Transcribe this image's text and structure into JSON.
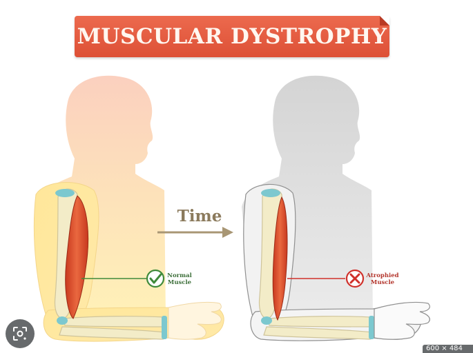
{
  "title": "MUSCULAR DYSTROPHY",
  "arrow_label": "Time",
  "before": {
    "callout": [
      "Normal",
      "Muscle"
    ],
    "status_icon": "check-icon",
    "color": "#3f8a3a"
  },
  "after": {
    "callout": [
      "Atrophied",
      "Muscle"
    ],
    "status_icon": "cross-icon",
    "color": "#d0302a"
  },
  "overlay": {
    "lens_icon": "lens-search-icon",
    "size_badge": "600 × 484"
  },
  "colors": {
    "banner": "#e55d40",
    "muscle": "#d8462b",
    "bone": "#f3ecc8",
    "cartilage": "#7cc8cf",
    "silhouette_before": "#fbd8a8",
    "silhouette_after": "#dcdcdc"
  }
}
